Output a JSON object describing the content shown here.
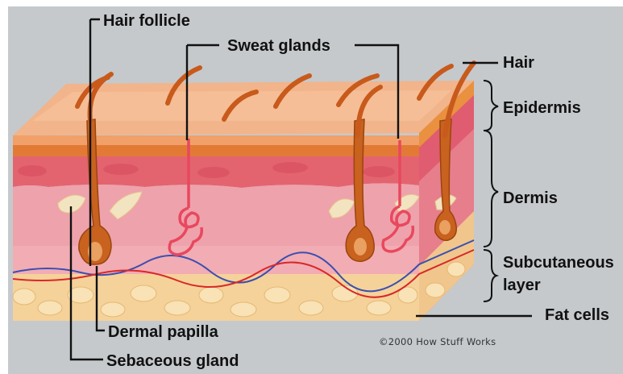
{
  "labels": {
    "hair_follicle": "Hair follicle",
    "sweat_glands": "Sweat glands",
    "hair": "Hair",
    "epidermis": "Epidermis",
    "dermis": "Dermis",
    "subcutaneous_line1": "Subcutaneous",
    "subcutaneous_line2": "layer",
    "fat_cells": "Fat cells",
    "dermal_papilla": "Dermal papilla",
    "sebaceous_gland": "Sebaceous gland"
  },
  "credit": "©2000 How Stuff Works",
  "colors": {
    "background": "#c5c9cc",
    "epidermis_top": "#f0b58a",
    "epidermis_band": "#e07a3a",
    "dermis": "#eea0ab",
    "dermis_upper": "#e36e7e",
    "subcutaneous": "#f2a7b0",
    "fat": "#f5d6a0",
    "hair": "#c85a1c",
    "sweat_gland": "#e8485e",
    "vein": "#3a4fb0",
    "artery": "#d82828"
  }
}
